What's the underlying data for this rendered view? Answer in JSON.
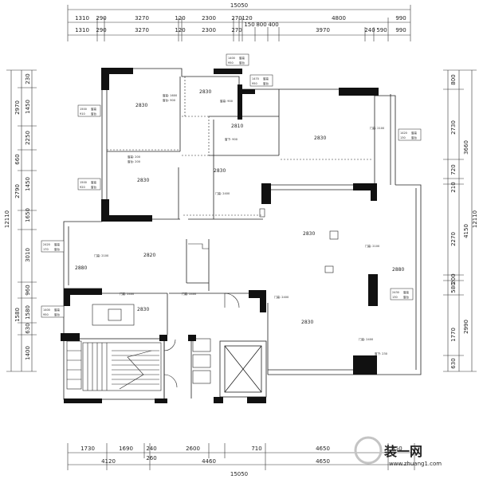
{
  "top_dims": {
    "total": "15050",
    "row1": [
      "1310",
      "290",
      "3270",
      "120",
      "2300",
      "270",
      "120",
      "4800",
      "990"
    ],
    "row2a": [
      "150",
      "800",
      "400"
    ],
    "row2": [
      "1310",
      "290",
      "3270",
      "120",
      "2300",
      "270",
      "3970",
      "240",
      "590",
      "990"
    ]
  },
  "bottom_dims": {
    "row1": [
      "1730",
      "1690",
      "240",
      "2600",
      "710",
      "4650",
      "350"
    ],
    "row2": [
      "4120",
      "4460",
      "4650"
    ],
    "row2_sub": "260",
    "total": "15050"
  },
  "left_dims": {
    "inner": [
      "230",
      "1450",
      "2250",
      "1450",
      "1650",
      "3010",
      "960",
      "1580",
      "630",
      "1400"
    ],
    "outer": [
      "2970",
      "660",
      "2790",
      "1580"
    ],
    "total": "12110"
  },
  "right_dims": {
    "inner": [
      "800",
      "2730",
      "720",
      "210",
      "2270",
      "200",
      "580",
      "1770",
      "630"
    ],
    "outer": [
      "3660",
      "4150",
      "2990"
    ],
    "total": "12110"
  },
  "rooms": [
    {
      "label": "2830",
      "note1": "窗高: 1600",
      "note2": "窗台: 900"
    },
    {
      "label": "2830",
      "note1": "窗高: 900",
      "note2": ""
    },
    {
      "label": "2810",
      "note1": "窗下: 900",
      "note2": ""
    },
    {
      "label": "2830",
      "note1": "门高: 2100",
      "note2": ""
    },
    {
      "label": "2830",
      "note1": "窗高: 200",
      "note2": "窗台: 200"
    },
    {
      "label": "2830",
      "note1": "门高: 2100",
      "note2": ""
    },
    {
      "label": "2880",
      "note1": "门高: 2100",
      "note2": ""
    },
    {
      "label": "2820",
      "note1": "门高: 2400",
      "note2": ""
    },
    {
      "label": "2830",
      "note1": "门高: 2400",
      "note2": ""
    },
    {
      "label": "2880",
      "note1": "门高: 2400",
      "note2": ""
    },
    {
      "label": "2830",
      "note1": "门高: 2400",
      "note2": ""
    },
    {
      "label": "2830",
      "note1": "门高: 2400",
      "note2": "窗下: 230"
    }
  ],
  "tags": [
    {
      "a": "1400",
      "b": "窗高",
      "c": "950",
      "d": "窗台"
    },
    {
      "a": "1470",
      "b": "窗高",
      "c": "950",
      "d": "窗台"
    },
    {
      "a": "1500",
      "b": "窗高",
      "c": "910",
      "d": "窗台"
    },
    {
      "a": "1420",
      "b": "窗高",
      "c": "130",
      "d": "窗台"
    },
    {
      "a": "1500",
      "b": "窗高",
      "c": "920",
      "d": "窗台"
    },
    {
      "a": "2420",
      "b": "窗高",
      "c": "170",
      "d": "窗台"
    },
    {
      "a": "1400",
      "b": "窗高",
      "c": "950",
      "d": "窗台"
    },
    {
      "a": "2430",
      "b": "窗高",
      "c": "130",
      "d": "窗台"
    }
  ],
  "watermark": {
    "brand": "装一网",
    "url": "www.zhuang1.com"
  }
}
